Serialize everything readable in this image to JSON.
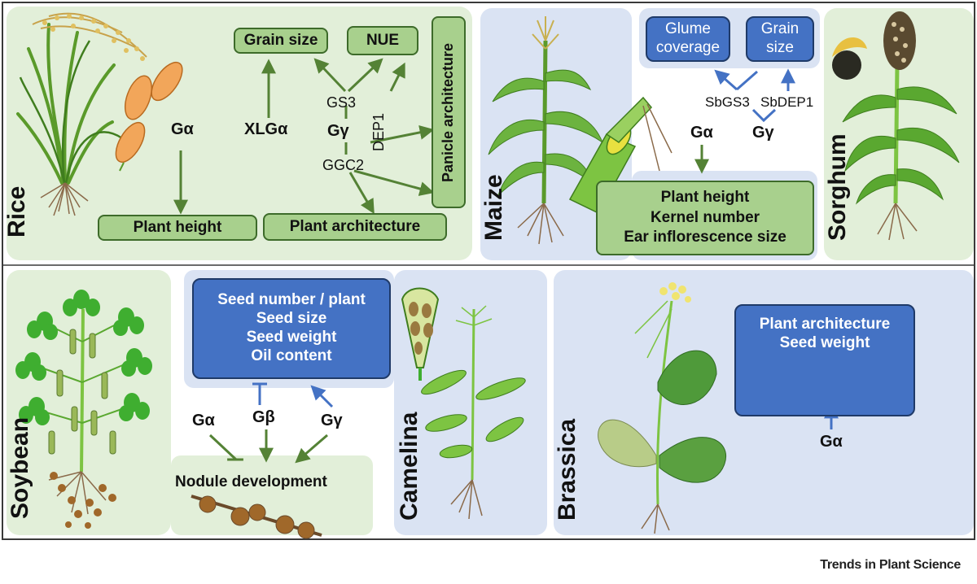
{
  "crops": {
    "rice": "Rice",
    "maize": "Maize",
    "sorghum": "Sorghum",
    "soybean": "Soybean",
    "camelina": "Camelina",
    "brassica": "Brassica"
  },
  "rice": {
    "grain_size": "Grain size",
    "nue": "NUE",
    "panicle_architecture": "Panicle architecture",
    "plant_height": "Plant height",
    "plant_architecture": "Plant architecture",
    "g_alpha": "Gα",
    "xlg_alpha": "XLGα",
    "gs3": "GS3",
    "g_gamma": "Gγ",
    "dep1": "DEP1",
    "ggc2": "GGC2"
  },
  "maize": {
    "g_alpha": "Gα",
    "traits": [
      "Plant height",
      "Kernel number",
      "Ear inflorescence size"
    ]
  },
  "sorghum": {
    "glume_coverage": [
      "Glume",
      "coverage"
    ],
    "grain_size": [
      "Grain",
      "size"
    ],
    "sbgs3": "SbGS3",
    "sbdep1": "SbDEP1",
    "g_gamma": "Gγ"
  },
  "soybean_camelina": {
    "seed_traits": [
      "Seed number / plant",
      "Seed size",
      "Seed weight",
      "Oil content"
    ],
    "g_alpha": "Gα",
    "g_beta": "Gβ",
    "g_gamma": "Gγ",
    "nodule_development": "Nodule development"
  },
  "brassica": {
    "traits": [
      "Plant architecture",
      "Seed weight"
    ],
    "g_alpha": "Gα"
  },
  "credit": "Trends in Plant Science",
  "colors": {
    "green_panel": "#e2efd9",
    "blue_panel": "#dae3f3",
    "green_box": "#a8d08d",
    "blue_box": "#4472c4",
    "green_arrow": "#548235",
    "blue_arrow": "#4472c4"
  }
}
